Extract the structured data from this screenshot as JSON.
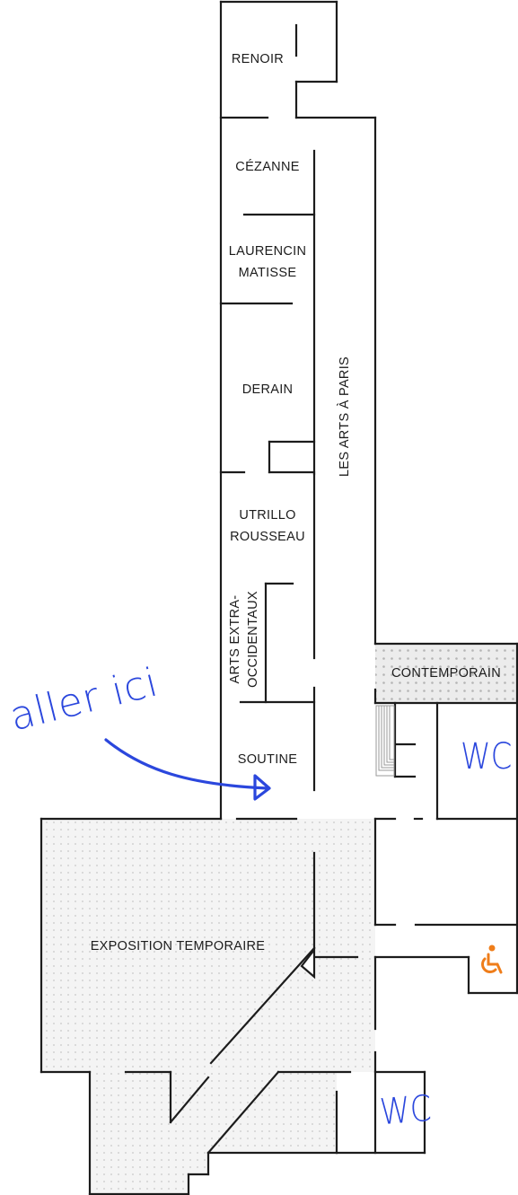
{
  "rooms": {
    "renoir": "RENOIR",
    "cezanne": "CÉZANNE",
    "laurencin": "LAURENCIN",
    "matisse": "MATISSE",
    "derain": "DERAIN",
    "utrillo": "UTRILLO",
    "rousseau": "ROUSSEAU",
    "arts_extra_1": "ARTS EXTRA-",
    "arts_extra_2": "OCCIDENTAUX",
    "soutine": "SOUTINE",
    "les_arts_a_paris": "LES ARTS À PARIS",
    "contemporain": "CONTEMPORAIN",
    "exposition_temporaire": "EXPOSITION TEMPORAIRE"
  },
  "annotations": {
    "handwritten_note": "aller ici",
    "wc_upper": "WC",
    "wc_lower": "WC"
  },
  "icons": {
    "accessibility": "wheelchair-icon",
    "stairs": "stairs-icon",
    "arrow": "hand-drawn-arrow-icon"
  },
  "colors": {
    "walls": "#1c1c1c",
    "shaded_zone": "#f3f3f3",
    "dots": "#c4c4c4",
    "annotation_ink": "#2b47dd",
    "accessibility_orange": "#ef7d1a"
  }
}
